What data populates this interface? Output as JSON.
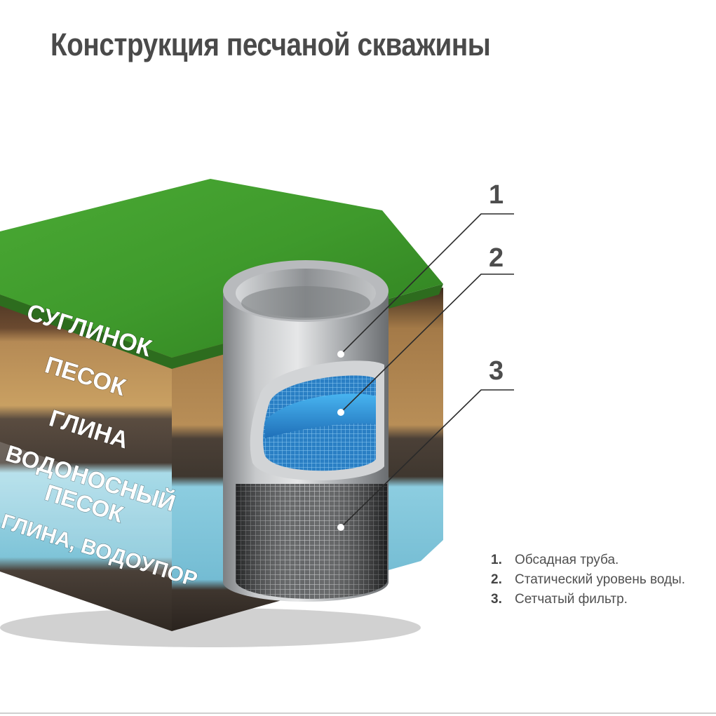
{
  "title": "Конструкция песчаной скважины",
  "soil_layers": [
    "СУГЛИНОК",
    "ПЕСОК",
    "ГЛИНА",
    "ВОДОНОСНЫЙ",
    "ПЕСОК",
    "ГЛИНА, ВОДОУПОР"
  ],
  "callouts": [
    "1",
    "2",
    "3"
  ],
  "legend": [
    {
      "num": "1.",
      "text": "Обсадная труба."
    },
    {
      "num": "2.",
      "text": "Статический уровень воды."
    },
    {
      "num": "3.",
      "text": "Сетчатый фильтр."
    }
  ],
  "colors": {
    "grass": "#3f9a2c",
    "loam": "#5a3f2a",
    "sand": "#c79a5c",
    "clay": "#4a4038",
    "aquifer": "#9fd3e2",
    "water": "#2f8fd6",
    "pipe": "#a9acaf"
  }
}
